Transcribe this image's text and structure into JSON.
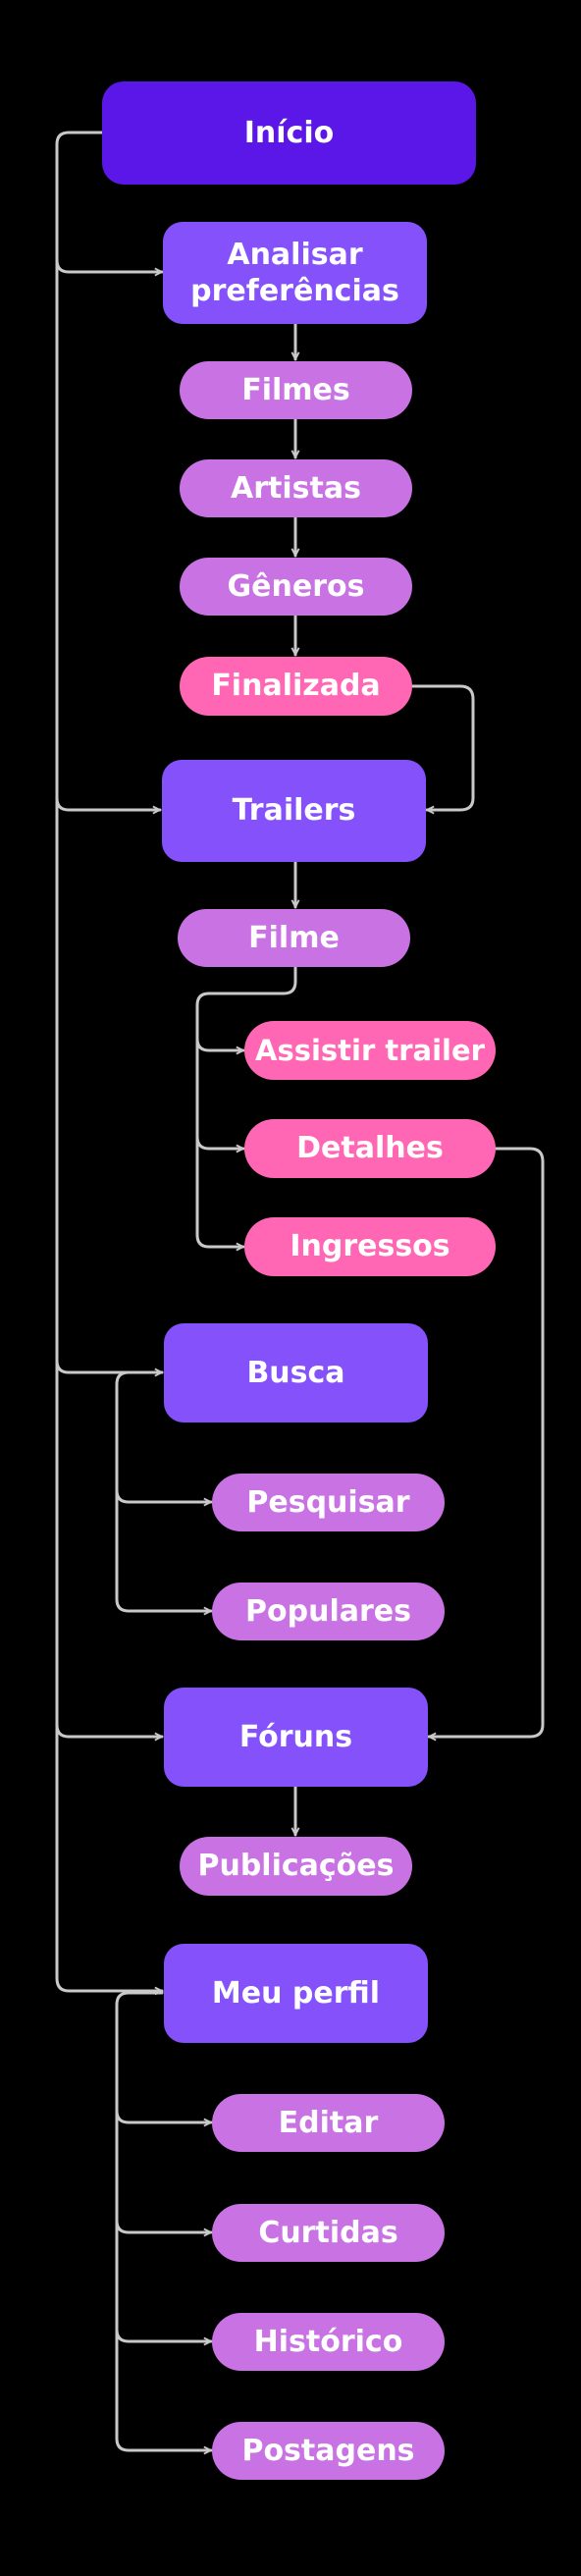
{
  "colors": {
    "background": "#000000",
    "start_node": "#5b17e8",
    "section_node": "#8451fb",
    "step_node": "#c872e3",
    "leaf_node": "#ff66b3",
    "connector": "#c9c9c9"
  },
  "nodes": {
    "inicio": "Início",
    "analisar": "Analisar preferências",
    "filmes": "Filmes",
    "artistas": "Artistas",
    "generos": "Gêneros",
    "finalizada": "Finalizada",
    "trailers": "Trailers",
    "filme": "Filme",
    "assistir_trailer": "Assistir trailer",
    "detalhes": "Detalhes",
    "ingressos": "Ingressos",
    "busca": "Busca",
    "pesquisar": "Pesquisar",
    "populares": "Populares",
    "foruns": "Fóruns",
    "publicacoes": "Publicações",
    "meu_perfil": "Meu perfil",
    "editar": "Editar",
    "curtidas": "Curtidas",
    "historico": "Histórico",
    "postagens": "Postagens"
  }
}
